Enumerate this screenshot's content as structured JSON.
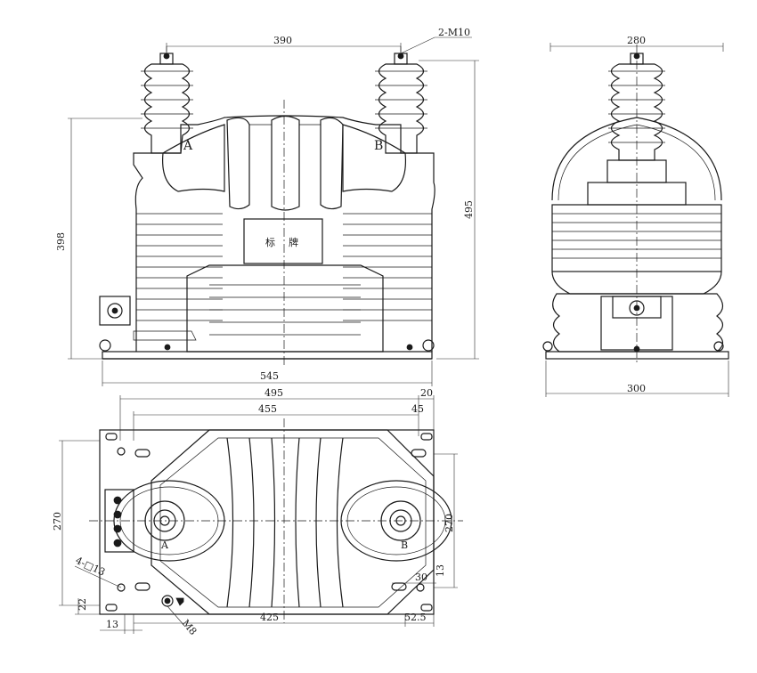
{
  "front_view": {
    "dim_width_top": "390",
    "dim_height_left": "398",
    "dim_height_right": "495",
    "dim_base_width": "545",
    "bolt_callout": "2-M10",
    "label_a": "A",
    "label_b": "B",
    "nameplate_char_1": "标",
    "nameplate_char_2": "牌"
  },
  "side_view": {
    "dim_top": "280",
    "dim_base": "300"
  },
  "plan_view": {
    "dim_495": "495",
    "dim_20": "20",
    "dim_455": "455",
    "dim_45": "45",
    "dim_270_left": "270",
    "dim_270_right": "270",
    "dim_13_right": "13",
    "dim_30": "30",
    "dim_22": "22",
    "dim_13_bottom": "13",
    "dim_425": "425",
    "dim_52_5": "52.5",
    "holes_callout": "4-□13",
    "ground_callout": "M8",
    "label_a": "A",
    "label_b": "B"
  }
}
